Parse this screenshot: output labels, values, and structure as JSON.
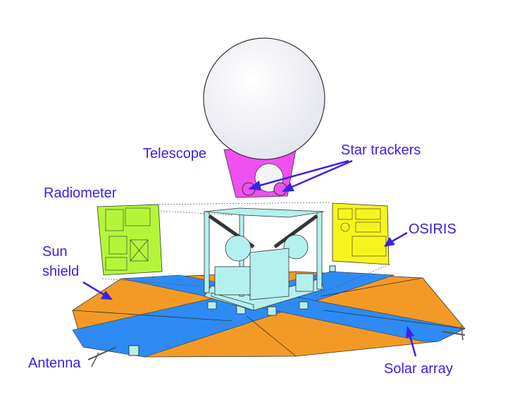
{
  "title": "Satellite configuration diagram",
  "labels": {
    "telescope": "Telescope",
    "star_trackers": "Star trackers",
    "radiometer": "Radiometer",
    "osiris": "OSIRIS",
    "sun_shield_line1": "Sun",
    "sun_shield_line2": "shield",
    "antenna": "Antenna",
    "solar_array": "Solar array"
  },
  "colors": {
    "label": "#3a22e8",
    "solar_orange": "#f39a26",
    "solar_blue": "#2e8bf5",
    "structure": "#b4f0ee",
    "radiometer": "#b4f53a",
    "osiris": "#f5f51e",
    "telescope_mount": "#f050f0",
    "mirror": "#f2f2f8"
  }
}
